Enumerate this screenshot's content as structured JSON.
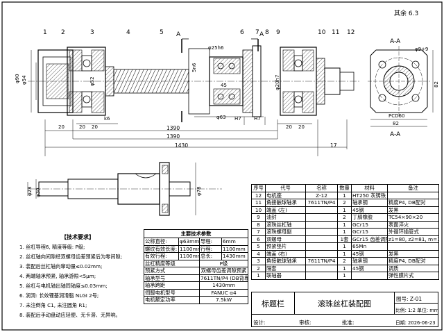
{
  "drawing": {
    "roughness": "其余 6.3",
    "balloons": [
      "1",
      "2",
      "3",
      "4",
      "5",
      "6",
      "7",
      "8",
      "9",
      "10",
      "11",
      "12"
    ],
    "section_marks": [
      "A",
      "A"
    ],
    "section_title": "A-A",
    "dims": {
      "phi90": "φ90",
      "phi54": "φ54",
      "phi52": "φ52",
      "phi25h6": "φ25h6",
      "five_n6": "5n6",
      "phi20h7": "φ20h7",
      "dim45": "45",
      "phi63": "φ63",
      "h7a": "H7",
      "h7b": "H7",
      "k6": "k6",
      "d20a": "20",
      "d20b": "20",
      "d20c": "20",
      "d20d": "20",
      "d20e": "20",
      "d1390a": "1390",
      "d1390b": "1390",
      "d1430": "1430",
      "d17": "17",
      "d9": "φ9+9",
      "d82a": "82",
      "d82b": "82",
      "pcd": "PCD60",
      "d28": "φ28",
      "d30": "φ30",
      "d78": "φ78"
    }
  },
  "tech": {
    "title": "【技术要求】",
    "lines": [
      "1. 丝杠导程6, 精度等级: P级;",
      "2. 丝杠轴向间隙经双螺母齿差预紧后为零间隙;",
      "3. 装配后丝杠轴向窜动量≤0.02mm;",
      "4. 两端轴承预紧, 轴承游隙<5μm;",
      "5. 丝杠与电机轴出轴同轴度≤0.03mm;",
      "6. 润滑: 长效锂基润滑脂 NLGI 2号;",
      "7. 未注倒角 C1, 未注圆角 R1;",
      "8. 装配后手动盘动应轻便、无卡滞、无异响。"
    ]
  },
  "params": {
    "title": "主要技术参数",
    "rows": [
      [
        "公称直径:",
        "φ63mm",
        "导程:",
        "6mm"
      ],
      [
        "螺纹有效长度:",
        "1100mm",
        "行程:",
        "1100mm"
      ],
      [
        "有效行程:",
        "1100mm",
        "总长:",
        "1430mm"
      ]
    ],
    "rows2": [
      [
        "丝杠精度等级",
        "P级"
      ],
      [
        "预紧方式",
        "双螺母齿差调隙预紧"
      ],
      [
        "轴承型号",
        "7611TN/P4 (DB背靠背)"
      ],
      [
        "轴承跨距",
        "1430mm"
      ],
      [
        "伺服电机型号",
        "FANUC α4"
      ],
      [
        "电机额定功率",
        "7.5kW"
      ]
    ]
  },
  "bom": {
    "headers": [
      "序号",
      "代号",
      "名称",
      "数量",
      "材料",
      "备注"
    ],
    "rows": [
      [
        "12",
        "电机座",
        "Z-12",
        "1",
        "HT250 灰铸铁",
        ""
      ],
      [
        "11",
        "角接触球轴承",
        "7611TN/P4",
        "2",
        "轴承钢",
        "精度P4, DB配对"
      ],
      [
        "10",
        "端盖 (左)",
        "",
        "1",
        "45钢",
        "发黑"
      ],
      [
        "9",
        "油封",
        "",
        "2",
        "丁腈橡胶",
        "TC54×90×20"
      ],
      [
        "8",
        "滚珠丝杠轴",
        "",
        "1",
        "GCr15",
        "表面淬火"
      ],
      [
        "7",
        "滚珠螺母副",
        "",
        "1",
        "GCr15",
        "外循环插管式"
      ],
      [
        "6",
        "双螺母",
        "",
        "1套",
        "GCr15 齿差调隙",
        "z1=80, z2=81, m=1.5"
      ],
      [
        "5",
        "预紧垫片",
        "",
        "1",
        "65Mn",
        ""
      ],
      [
        "4",
        "端盖 (右)",
        "",
        "1",
        "45钢",
        "发黑"
      ],
      [
        "3",
        "角接触球轴承",
        "7611TN/P4",
        "2",
        "轴承钢",
        "精度P4, DB配对"
      ],
      [
        "2",
        "隔套",
        "",
        "1",
        "45钢",
        "调质"
      ],
      [
        "1",
        "联轴器",
        "",
        "1",
        "",
        "弹性膜片式"
      ]
    ]
  },
  "titleblock": {
    "label": "标题栏",
    "name": "滚珠丝杠装配图",
    "drawing_no": "图号: Z-01",
    "scale": "比例: 1:2 单位: mm",
    "design": "设计:",
    "review": "审核:",
    "approve": "批准:",
    "date": "日期: 2026-06-23"
  }
}
